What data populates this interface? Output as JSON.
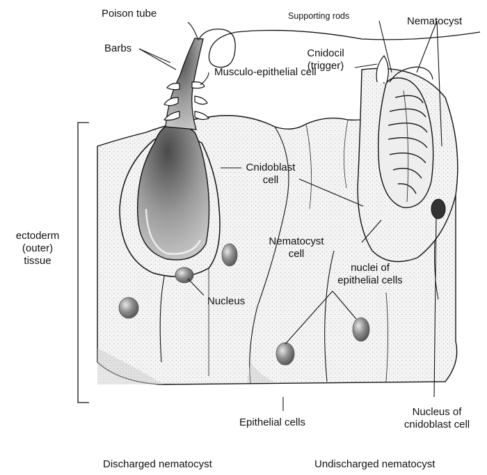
{
  "labels": {
    "poison_tube": "Poison tube",
    "supporting_rods": "Supporting rods",
    "nematocyst_top": "Nematocyst",
    "barbs": "Barbs",
    "cnidocil_line1": "Cnidocil",
    "cnidocil_line2": "(trigger)",
    "musculo_epithelial": "Musculo-epithelial cell",
    "cnidoblast_line1": "Cnidoblast",
    "cnidoblast_line2": "cell",
    "ectoderm_line1": "ectoderm",
    "ectoderm_line2": "(outer)",
    "ectoderm_line3": "tissue",
    "nematocyst_cell_line1": "Nematocyst",
    "nematocyst_cell_line2": "cell",
    "nuclei_line1": "nuclei of",
    "nuclei_line2": "epithelial cells",
    "nucleus": "Nucleus",
    "nucleus_cnidoblast_line1": "Nucleus of",
    "nucleus_cnidoblast_line2": "cnidoblast cell",
    "epithelial_cells": "Epithelial cells",
    "discharged": "Discharged nematocyst",
    "undischarged": "Undischarged nematocyst"
  },
  "colors": {
    "ink": "#111111",
    "stipple_light": "#d9d9d9",
    "stipple_dark": "#6b6b6b",
    "nucleus_fill": "#8a8a8a"
  }
}
